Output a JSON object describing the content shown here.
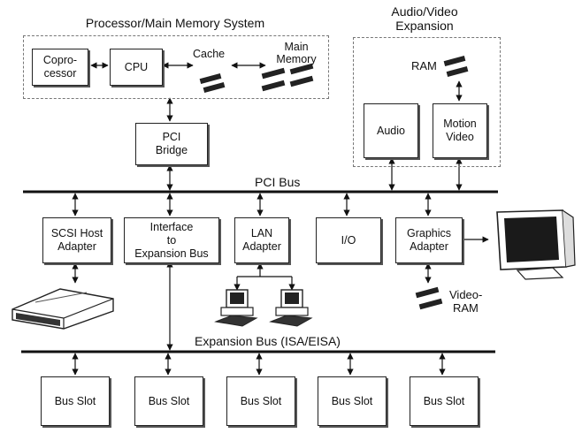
{
  "processor_system": {
    "title": "Processor/Main Memory System",
    "coprocessor": [
      "Copro-",
      "cessor"
    ],
    "cpu": "CPU",
    "cache": "Cache",
    "main_memory": [
      "Main",
      "Memory"
    ]
  },
  "av_expansion": {
    "title": [
      "Audio/Video",
      "Expansion"
    ],
    "ram": "RAM",
    "audio": "Audio",
    "motion_video": [
      "Motion",
      "Video"
    ]
  },
  "pci_bridge": [
    "PCI",
    "Bridge"
  ],
  "pci_bus": "PCI Bus",
  "pci_devices": {
    "scsi": [
      "SCSI Host",
      "Adapter"
    ],
    "interface": [
      "Interface",
      "to",
      "Expansion Bus"
    ],
    "lan": [
      "LAN",
      "Adapter"
    ],
    "io": "I/O",
    "graphics": [
      "Graphics",
      "Adapter"
    ]
  },
  "video_ram": [
    "Video-",
    "RAM"
  ],
  "expansion_bus": "Expansion Bus (ISA/EISA)",
  "bus_slots": [
    "Bus Slot",
    "Bus Slot",
    "Bus Slot",
    "Bus Slot",
    "Bus Slot"
  ]
}
